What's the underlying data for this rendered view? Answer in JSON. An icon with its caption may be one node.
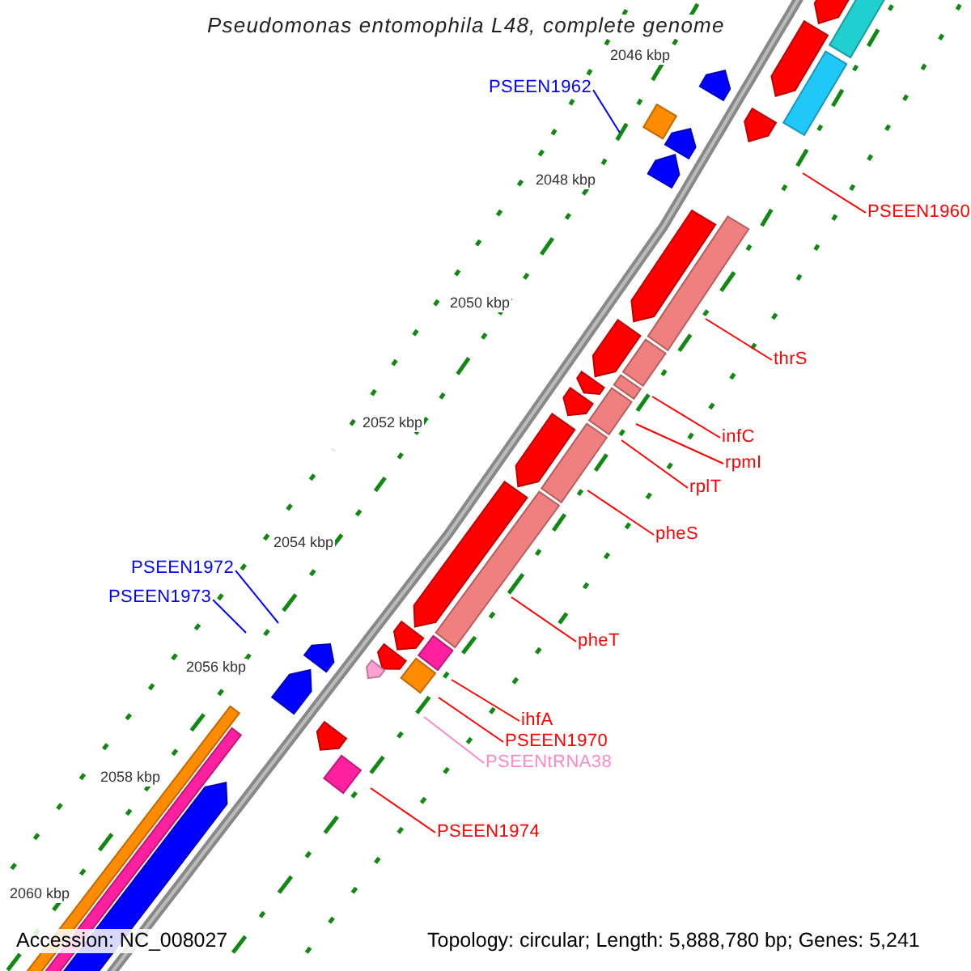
{
  "diagram": {
    "title": "Pseudomonas entomophila L48, complete genome",
    "nodes": [
      {
        "text": [
          "PSEEN1962"
        ]
      },
      {
        "text": [
          "PSEEN1960"
        ]
      },
      {
        "text": [
          "thrS"
        ]
      },
      {
        "text": [
          "infC"
        ]
      },
      {
        "text": [
          "rpmI"
        ]
      },
      {
        "text": [
          "rplT"
        ]
      },
      {
        "text": [
          "pheS"
        ]
      },
      {
        "text": [
          "PSEEN1972"
        ]
      },
      {
        "text": [
          "PSEEN1973"
        ]
      },
      {
        "text": [
          "pheT"
        ]
      },
      {
        "text": [
          "ihfA"
        ]
      },
      {
        "text": [
          "PSEEN1970"
        ]
      },
      {
        "text": [
          "PSEENtRNA38"
        ]
      },
      {
        "text": [
          "PSEEN1974"
        ]
      }
    ],
    "edges": [
      {
        "from": 0,
        "to": null,
        "arrow": "none",
        "color": "#0000ff"
      },
      {
        "from": 1,
        "to": null,
        "arrow": "none"
      },
      {
        "from": 2,
        "to": null,
        "arrow": "none"
      },
      {
        "from": 3,
        "to": null,
        "arrow": "none"
      },
      {
        "from": 4,
        "to": null,
        "arrow": "none"
      },
      {
        "from": 5,
        "to": null,
        "arrow": "none"
      },
      {
        "from": 6,
        "to": null,
        "arrow": "none"
      },
      {
        "from": 7,
        "to": null,
        "arrow": "none",
        "color": "#0000ff"
      },
      {
        "from": 8,
        "to": null,
        "arrow": "none",
        "color": "#0000ff"
      },
      {
        "from": 9,
        "to": null,
        "arrow": "none"
      },
      {
        "from": 10,
        "to": null,
        "arrow": "none"
      },
      {
        "from": 11,
        "to": null,
        "arrow": "none"
      },
      {
        "from": 12,
        "to": null,
        "arrow": "none",
        "color": "#ff88c8"
      },
      {
        "from": 13,
        "to": null,
        "arrow": "none"
      }
    ],
    "labels": [
      "2046 kbp",
      "2048 kbp",
      "2050 kbp",
      "2052 kbp",
      "2054 kbp",
      "2056 kbp",
      "2058 kbp",
      "2060 kbp",
      "Accession: NC_008027",
      "Topology: circular; Length: 5,888,780 bp; Genes: 5,241"
    ]
  }
}
